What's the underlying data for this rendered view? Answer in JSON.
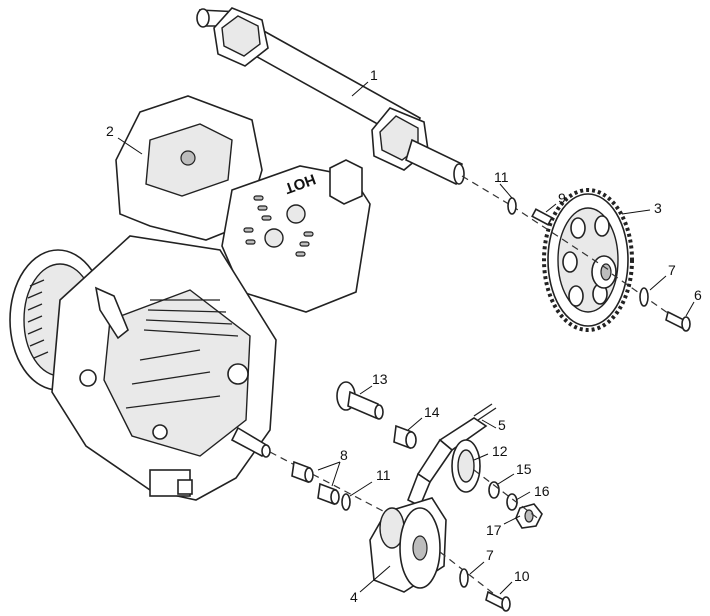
{
  "diagram": {
    "callouts": [
      {
        "id": "c1",
        "text": "1"
      },
      {
        "id": "c2",
        "text": "2"
      },
      {
        "id": "c3",
        "text": "3"
      },
      {
        "id": "c4",
        "text": "4"
      },
      {
        "id": "c5",
        "text": "5"
      },
      {
        "id": "c6",
        "text": "6"
      },
      {
        "id": "c7a",
        "text": "7"
      },
      {
        "id": "c7b",
        "text": "7"
      },
      {
        "id": "c8",
        "text": "8"
      },
      {
        "id": "c9",
        "text": "9"
      },
      {
        "id": "c10",
        "text": "10"
      },
      {
        "id": "c11a",
        "text": "11"
      },
      {
        "id": "c11b",
        "text": "11"
      },
      {
        "id": "c12",
        "text": "12"
      },
      {
        "id": "c13",
        "text": "13"
      },
      {
        "id": "c14",
        "text": "14"
      },
      {
        "id": "c15",
        "text": "15"
      },
      {
        "id": "c16",
        "text": "16"
      },
      {
        "id": "c17",
        "text": "17"
      }
    ],
    "engine_label": "HOT",
    "line_color": "#222222",
    "background": "#ffffff"
  }
}
